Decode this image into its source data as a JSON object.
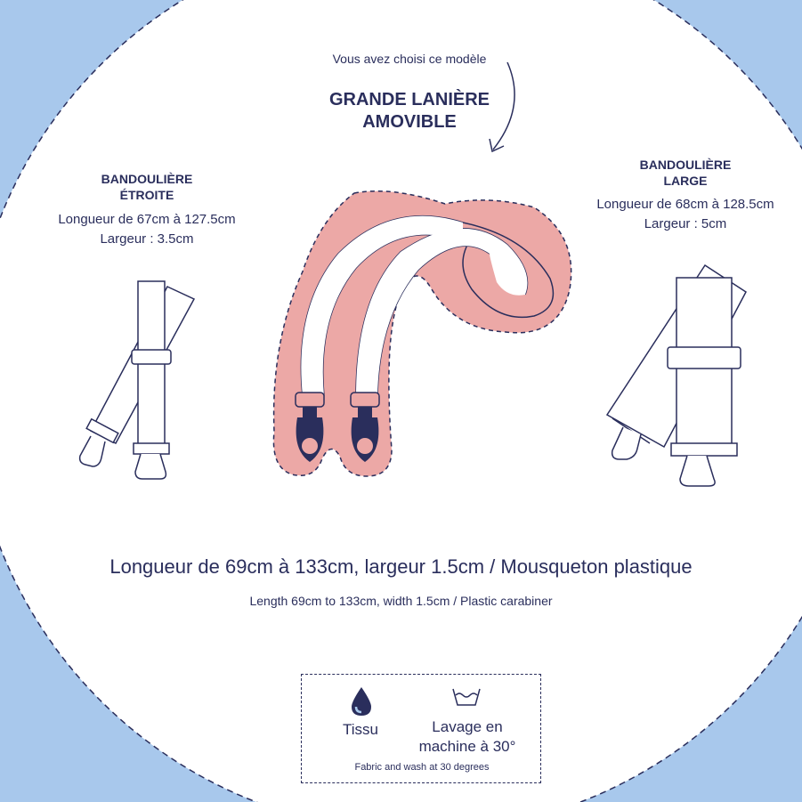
{
  "header": {
    "intro": "Vous avez choisi ce modèle",
    "model_line1": "GRANDE LANIÈRE",
    "model_line2": "AMOVIBLE"
  },
  "left_option": {
    "title_line1": "BANDOULIÈRE",
    "title_line2": "ÉTROITE",
    "length": "Longueur de 67cm à 127.5cm",
    "width": "Largeur : 3.5cm"
  },
  "right_option": {
    "title_line1": "BANDOULIÈRE",
    "title_line2": "LARGE",
    "length": "Longueur de 68cm à 128.5cm",
    "width": "Largeur : 5cm"
  },
  "description": {
    "main": "Longueur de 69cm à 133cm, largeur 1.5cm / Mousqueton plastique",
    "sub": "Length 69cm to 133cm, width 1.5cm / Plastic carabiner"
  },
  "care": {
    "fabric_icon": "water-drop-icon",
    "fabric_label": "Tissu",
    "wash_icon": "wash-basin-icon",
    "wash_line1": "Lavage en",
    "wash_line2": "machine à 30°",
    "note": "Fabric and wash at 30 degrees"
  },
  "colors": {
    "background_blue": "#a8c8ec",
    "strap_pink": "#eca8a6",
    "navy": "#2a2e5c"
  }
}
